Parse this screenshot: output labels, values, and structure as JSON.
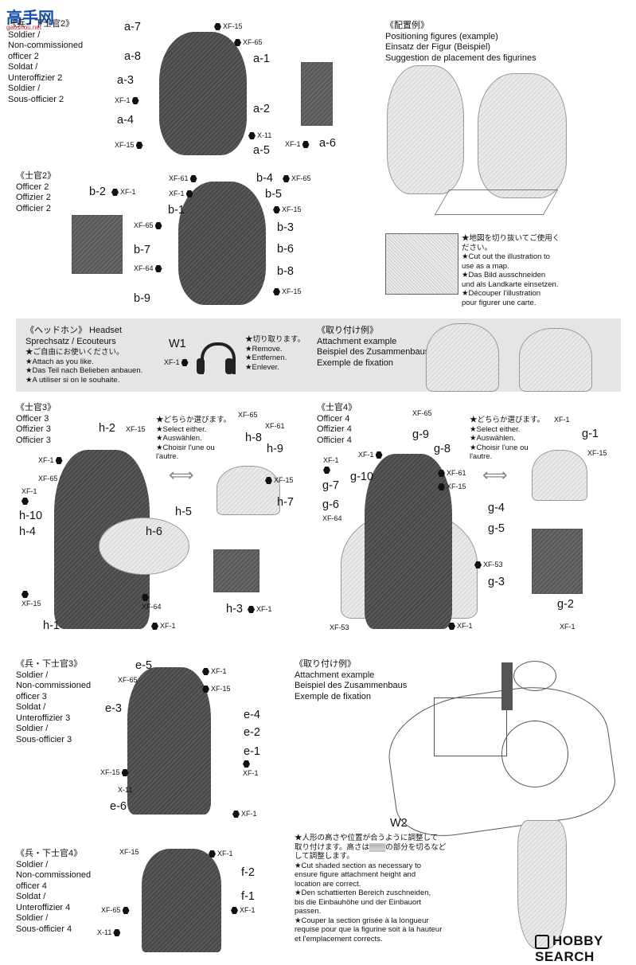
{
  "header": {
    "logo_text": "高手网",
    "logo_sub": "gaoshou.net"
  },
  "soldier2": {
    "title": "《兵・下士官2》\nSoldier /\nNon-commissioned\nofficer 2\nSoldat /\nUnteroffizier 2\nSoldier /\nSous-officier 2",
    "labels": [
      "a-7",
      "a-8",
      "a-3",
      "a-4",
      "a-1",
      "a-2",
      "a-5",
      "a-6"
    ],
    "paints": [
      "XF-15",
      "XF-65",
      "XF-1",
      "XF-15",
      "X-11",
      "XF-1"
    ]
  },
  "positioning": {
    "title": "《配置例》\nPositioning figures (example)\nEinsatz der Figur (Beispiel)\nSuggestion de placement des figurines",
    "note": "★地図を切り抜いてご使用く\nださい。\n★Cut out the illustration to\nuse as a map.\n★Das Bild ausschneiden\nund als Landkarte einsetzen.\n★Découper l'illustration\npour figurer une carte."
  },
  "officer2": {
    "title": "《士官2》\nOfficer 2\nOffizier 2\nOfficier 2",
    "labels": [
      "b-2",
      "b-4",
      "b-5",
      "b-1",
      "b-3",
      "b-6",
      "b-7",
      "b-8",
      "b-9"
    ],
    "paints": [
      "XF-1",
      "XF-61",
      "XF-65",
      "XF-1",
      "XF-15",
      "XF-65",
      "XF-64",
      "XF-15"
    ]
  },
  "headset": {
    "title": "《ヘッドホン》 Headset\nSprechsatz / Ecouteurs",
    "notes": "★ご自由にお使いください。\n★Attach as you like.\n★Das Teil nach Belieben anbauen.\n★A utiliser si on le souhaite.",
    "part": "W1",
    "paint": "XF-1",
    "remove": "★切り取ります。\n★Remove.\n★Entfernen.\n★Enlever."
  },
  "attach1": {
    "title": "《取り付け例》\nAttachment example\nBeispiel des Zusammenbaus\nExemple de fixation"
  },
  "officer3": {
    "title": "《士官3》\nOfficer 3\nOffizier 3\nOfficier 3",
    "select": "★どちらか選びます。\n★Select either.\n★Auswählen.\n★Choisir l'une ou\nl'autre.",
    "labels": [
      "h-2",
      "h-10",
      "h-4",
      "h-5",
      "h-6",
      "h-1",
      "h-8",
      "h-9",
      "h-7",
      "h-3"
    ],
    "paints": [
      "XF-15",
      "XF-1",
      "XF-65",
      "XF-1",
      "XF-15",
      "XF-64",
      "XF-1",
      "XF-65",
      "XF-61",
      "XF-15",
      "XF-1"
    ]
  },
  "officer4": {
    "title": "《士官4》\nOfficer 4\nOffizier 4\nOfficier 4",
    "select": "★どちらか選びます。\n★Select either.\n★Auswählen.\n★Choisir l'une ou\nl'autre.",
    "labels": [
      "g-9",
      "g-8",
      "g-10",
      "g-7",
      "g-6",
      "g-4",
      "g-5",
      "g-3",
      "g-1",
      "g-2"
    ],
    "paints": [
      "XF-65",
      "XF-1",
      "XF-1",
      "XF-61",
      "XF-15",
      "XF-64",
      "XF-53",
      "XF-53",
      "XF-1",
      "XF-1",
      "XF-15",
      "XF-1"
    ]
  },
  "soldier3": {
    "title": "《兵・下士官3》\nSoldier /\nNon-commissioned\nofficer 3\nSoldat /\nUnteroffizier 3\nSoldier /\nSous-officier 3",
    "labels": [
      "e-5",
      "e-3",
      "e-4",
      "e-2",
      "e-1",
      "e-6"
    ],
    "paints": [
      "XF-65",
      "XF-1",
      "XF-15",
      "XF-15",
      "X-11",
      "XF-1",
      "XF-1"
    ]
  },
  "attach2": {
    "title": "《取り付け例》\nAttachment example\nBeispiel des Zusammenbaus\nExemple de fixation",
    "part": "W2",
    "note": "★人形の高さや位置が合うように調整して\n取り付けます。高さは▒▒▒の部分を切るなど\nして調整します。\n★Cut shaded section as necessary to\nensure figure attachment height and\nlocation are correct.\n★Den schattierten Bereich zuschneiden,\nbis die Einbauhöhe und der Einbauort\npassen.\n★Couper la section grisée à la longueur\nrequise pour que la figurine soit à la hauteur\net l'emplacement corrects."
  },
  "soldier4": {
    "title": "《兵・下士官4》\nSoldier /\nNon-commissioned\nofficer 4\nSoldat /\nUnteroffizier 4\nSoldier /\nSous-officier 4",
    "labels": [
      "f-2",
      "f-1"
    ],
    "paints": [
      "XF-15",
      "XF-1",
      "XF-65",
      "XF-1",
      "X-11"
    ]
  },
  "watermark": "HOBBY SEARCH"
}
